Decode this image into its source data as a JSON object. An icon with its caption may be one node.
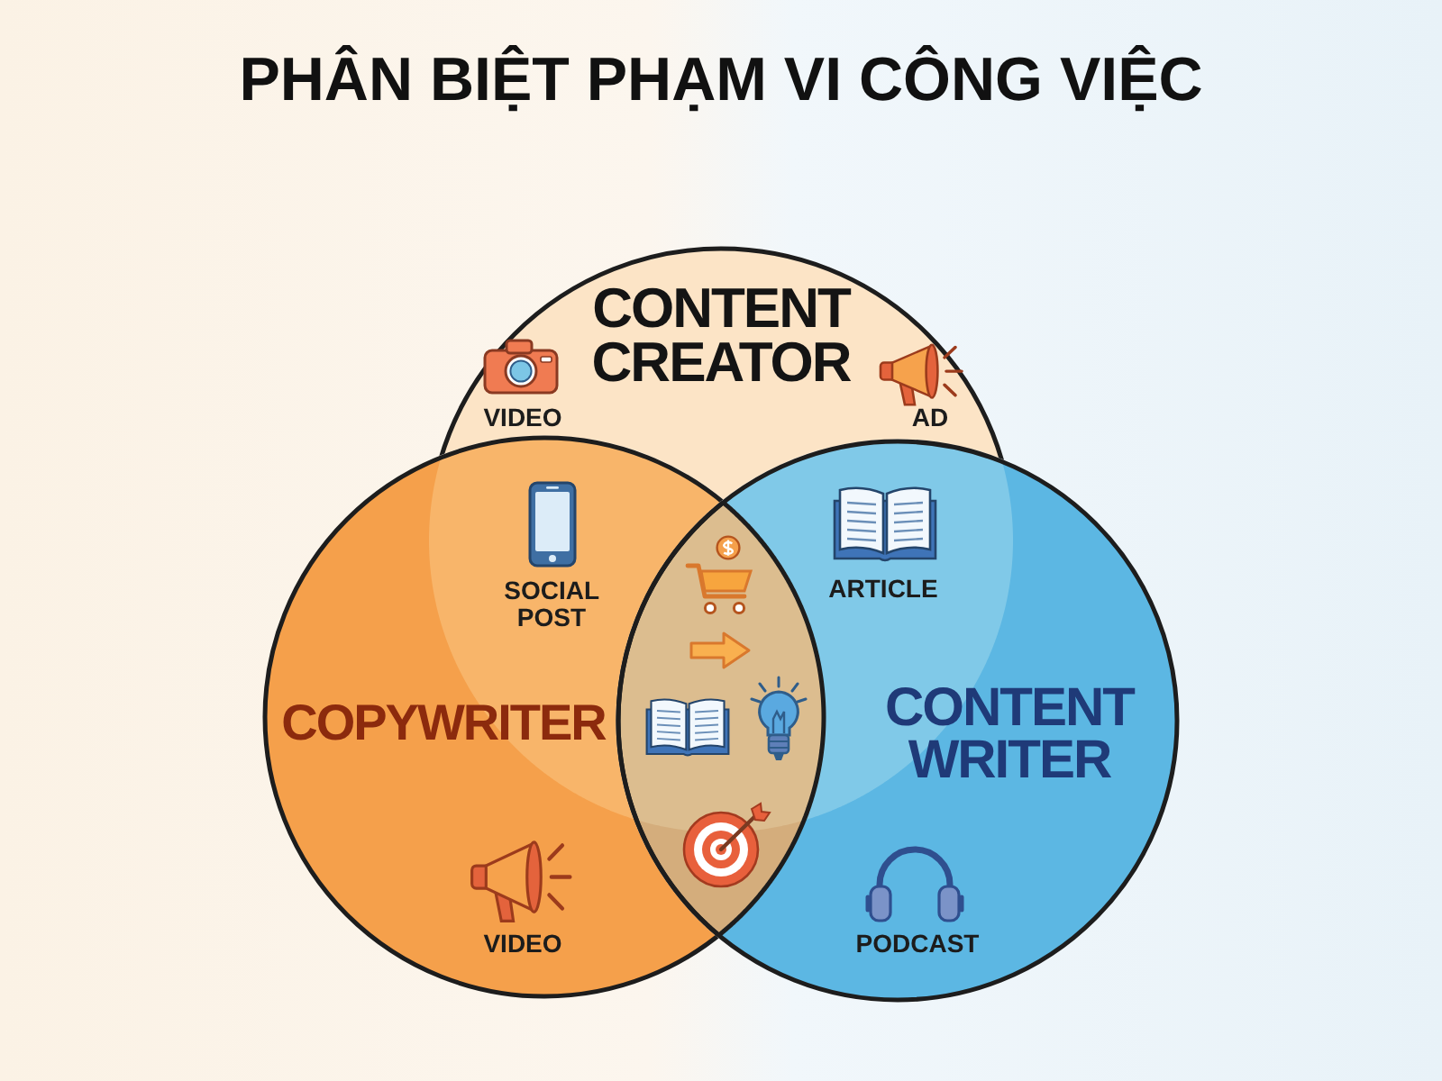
{
  "diagram": {
    "title": "PHÂN BIỆT PHẠM VI CÔNG VIỆC",
    "nodes": [
      {
        "text": [
          "CONTENT CREATOR"
        ]
      },
      {
        "text": [
          "COPYWRITER"
        ]
      },
      {
        "text": [
          "CONTENT WRITER"
        ]
      }
    ],
    "labels": [
      "VIDEO",
      "AD",
      "SOCIAL POST",
      "ARTICLE",
      "VIDEO",
      "PODCAST"
    ]
  }
}
